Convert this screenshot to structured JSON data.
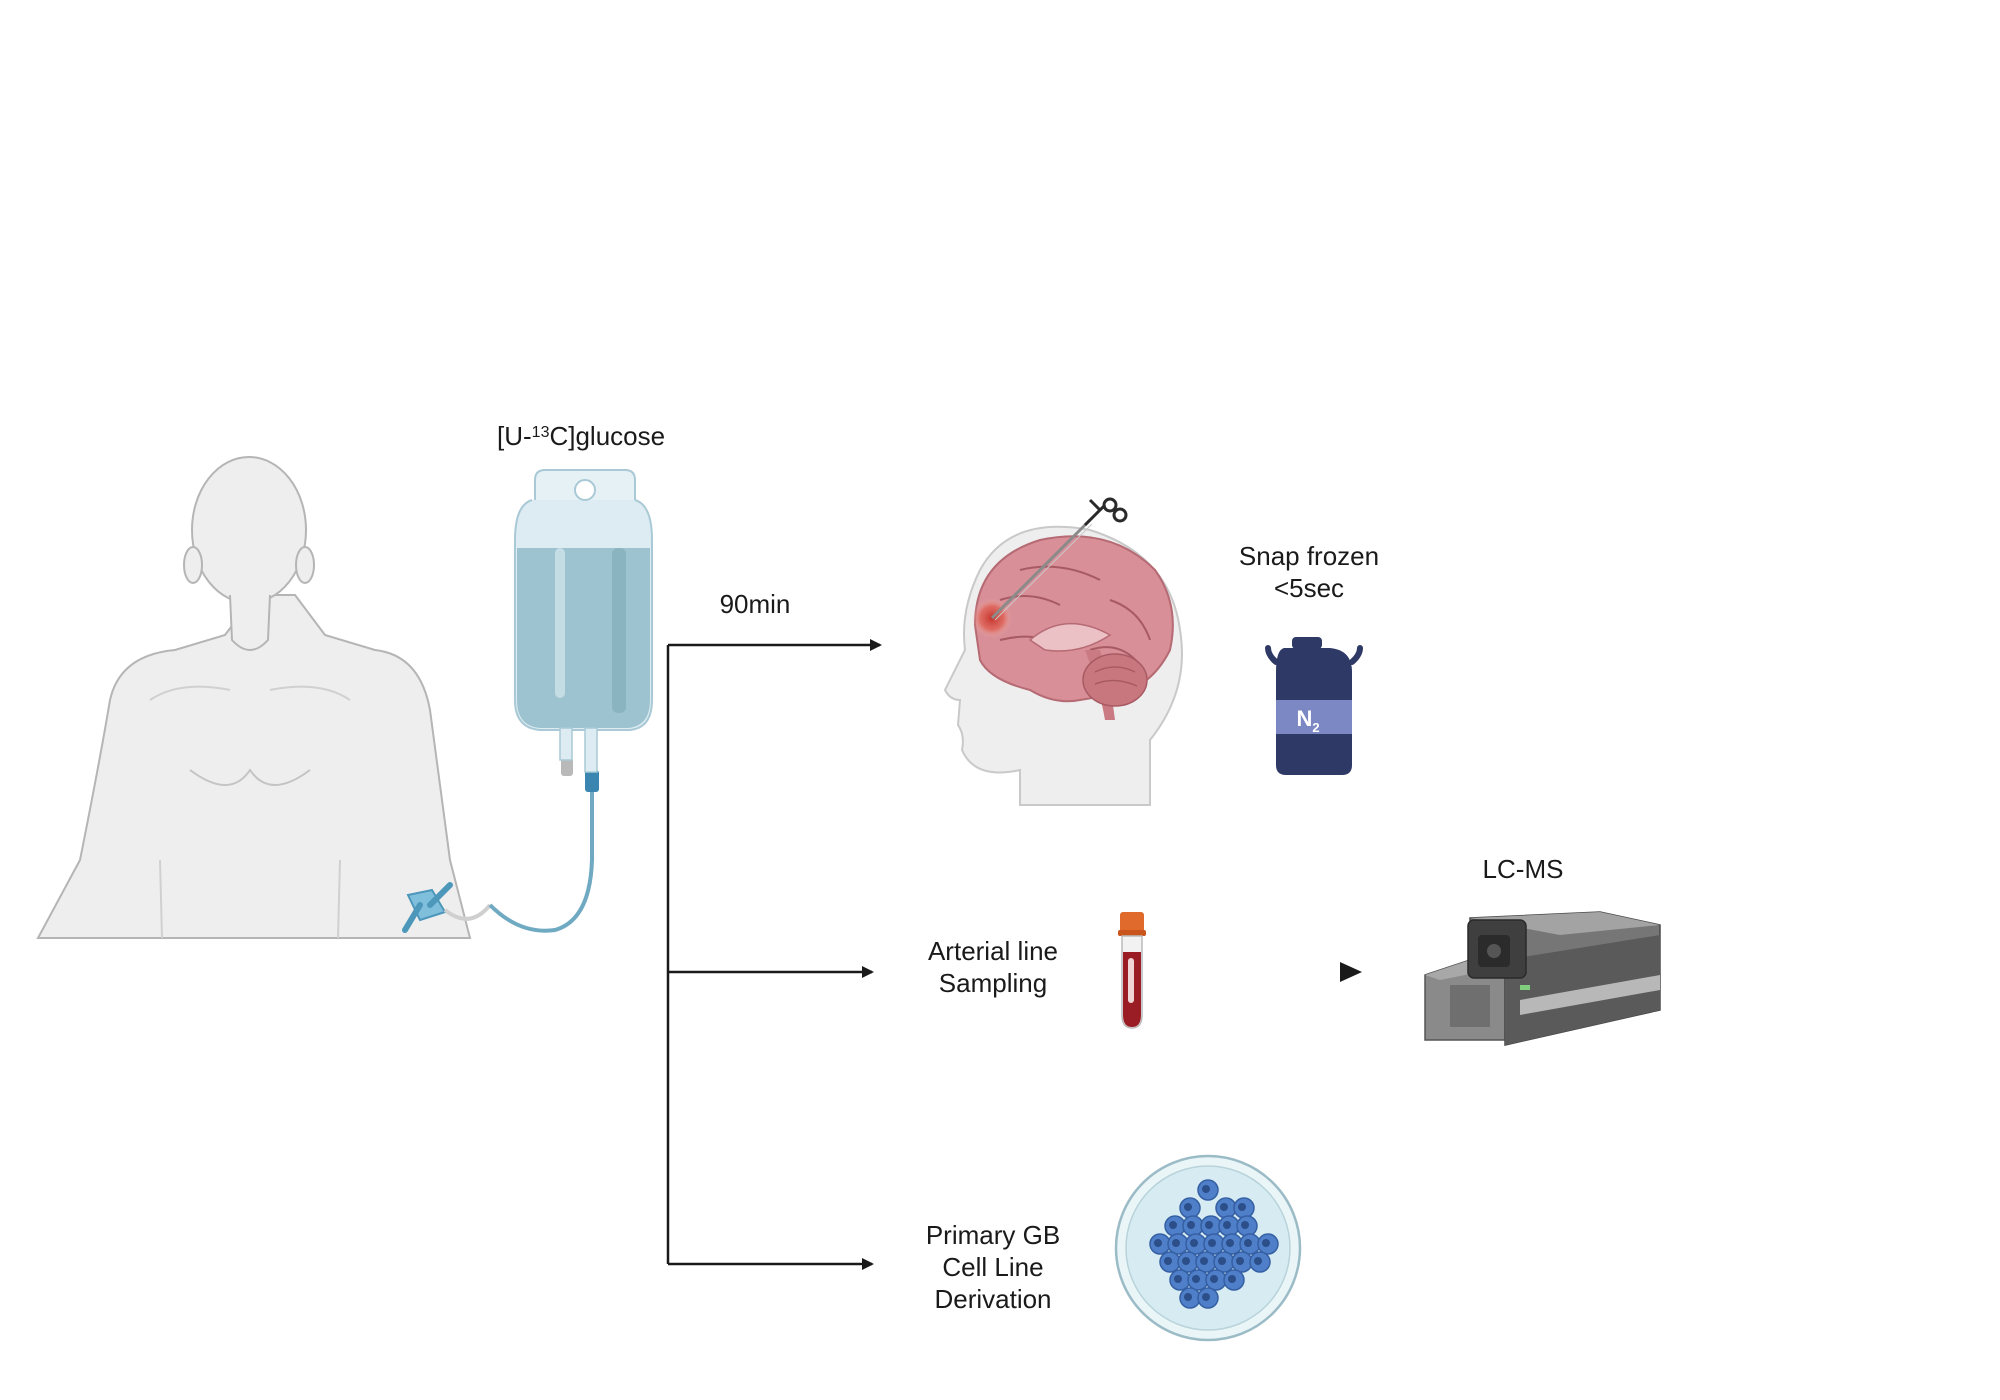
{
  "labels": {
    "iv_pre": "[U-",
    "iv_sup": "13",
    "iv_post": "C]glucose",
    "duration": "90min",
    "snap_line1": "Snap frozen",
    "snap_line2": "<5sec",
    "nitrogen": "N",
    "nitrogen_sub": "2",
    "arterial_line1": "Arterial line",
    "arterial_line2": "Sampling",
    "lcms": "LC-MS",
    "cell_line1": "Primary GB",
    "cell_line2": "Cell Line",
    "cell_line3": "Derivation"
  },
  "colors": {
    "line": "#1a1a1a",
    "skin": "#eeeeee",
    "iv_fluid": "#9cc3cf",
    "iv_tube": "#6faac2",
    "brain": "#d88f97",
    "dewar": "#2f3966",
    "dewar_band": "#7b88c4",
    "blood": "#9a1d25",
    "cap": "#e06a2c",
    "cells": "#4f7fc9",
    "dish": "#d6ecf2"
  }
}
